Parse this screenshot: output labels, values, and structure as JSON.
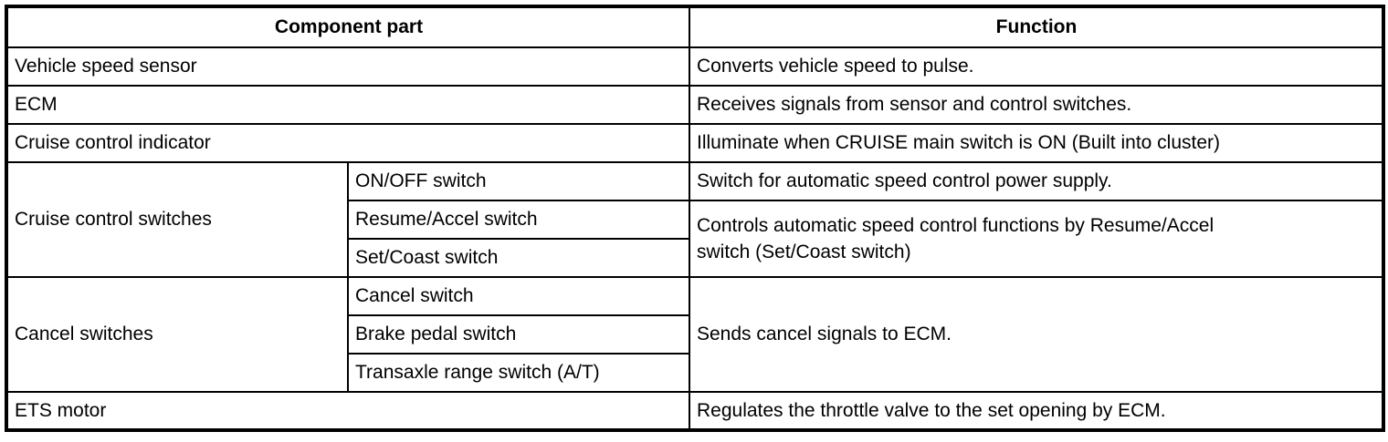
{
  "header": {
    "component_part": "Component part",
    "function": "Function"
  },
  "rows": {
    "vehicle_speed_sensor": {
      "component": "Vehicle speed sensor",
      "function": "Converts vehicle speed to pulse."
    },
    "ecm": {
      "component": "ECM",
      "function": "Receives signals from sensor and control switches."
    },
    "cruise_control_indicator": {
      "component": "Cruise control indicator",
      "function": "Illuminate when CRUISE main switch is ON (Built into cluster)"
    },
    "cruise_control_switches": {
      "component": "Cruise control switches",
      "sub": {
        "on_off": "ON/OFF switch",
        "resume_accel": "Resume/Accel switch",
        "set_coast": "Set/Coast switch"
      },
      "functions": {
        "on_off": "Switch for automatic speed control power supply.",
        "resume_set": "Controls automatic speed control functions by Resume/Accel\nswitch (Set/Coast switch)"
      }
    },
    "cancel_switches": {
      "component": "Cancel switches",
      "sub": {
        "cancel": "Cancel switch",
        "brake_pedal": "Brake pedal switch",
        "transaxle_range": "Transaxle range switch (A/T)"
      },
      "function": "Sends cancel signals to ECM."
    },
    "ets_motor": {
      "component": "ETS motor",
      "function": "Regulates the throttle valve to the set opening by ECM."
    }
  },
  "colors": {
    "border": "#000000",
    "background": "#ffffff",
    "text": "#000000"
  }
}
